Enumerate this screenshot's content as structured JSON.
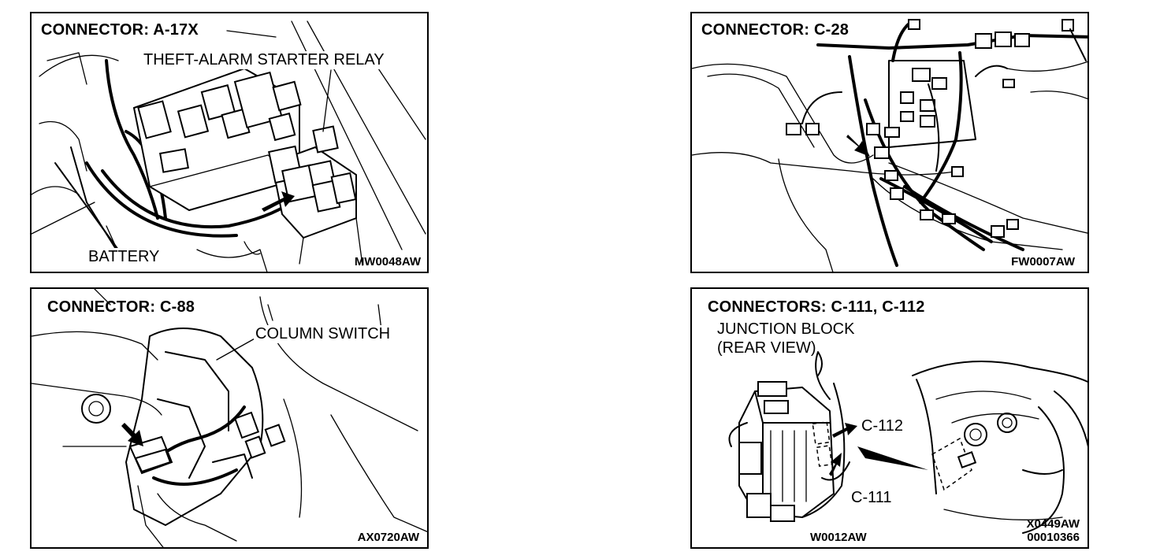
{
  "panels": {
    "a17x": {
      "title": "CONNECTOR:  A-17X",
      "labels": {
        "relay": "THEFT-ALARM STARTER RELAY",
        "battery": "BATTERY"
      },
      "code": "MW0048AW"
    },
    "c28": {
      "title": "CONNECTOR:  C-28",
      "code": "FW0007AW"
    },
    "c88": {
      "title": "CONNECTOR:  C-88",
      "labels": {
        "column_switch": "COLUMN SWITCH"
      },
      "code": "AX0720AW"
    },
    "c111": {
      "title": "CONNECTORS:  C-111,  C-112",
      "labels": {
        "junction_line1": "JUNCTION BLOCK",
        "junction_line2": "(REAR VIEW)",
        "c112": "C-112",
        "c111": "C-111"
      },
      "code_left": "W0012AW",
      "code_right_line1": "X0449AW",
      "code_right_line2": "00010366"
    }
  }
}
